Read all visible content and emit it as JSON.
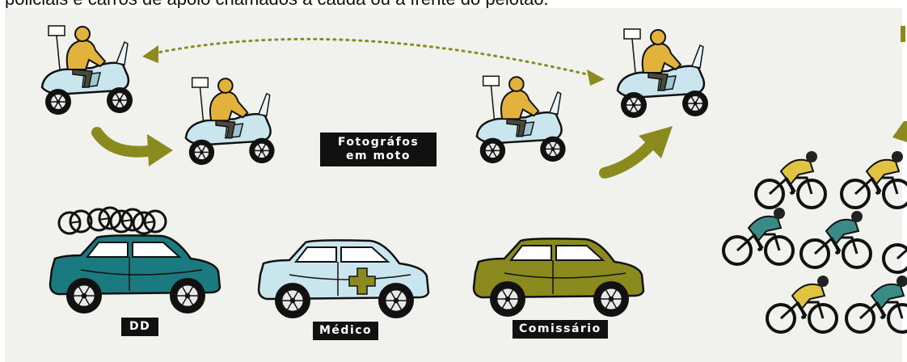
{
  "caption": "policiais e carros de apoio chamados à cauda ou à frente do pelotão.",
  "labels": {
    "photographers_line1": "Fotográfos",
    "photographers_line2": "em moto",
    "dd": "DD",
    "medico": "Médico",
    "comissario": "Comissário"
  },
  "colors": {
    "background": "#f1f1ed",
    "arrow": "#8a8a1e",
    "moto_body": "#c9e6ef",
    "rider": "#e2b33c",
    "car_dd": "#1b7a7f",
    "car_medico": "#c9e6ef",
    "cross_medico": "#8a8a1e",
    "car_comissario": "#8a8a1e",
    "cyclist_jersey_a": "#e0c340",
    "cyclist_jersey_b": "#3a8a86"
  },
  "icons": [
    "motorcycle-icon",
    "rider-icon",
    "camera-icon",
    "car-icon",
    "bicycle-icon",
    "cyclist-icon",
    "arrow-icon"
  ]
}
